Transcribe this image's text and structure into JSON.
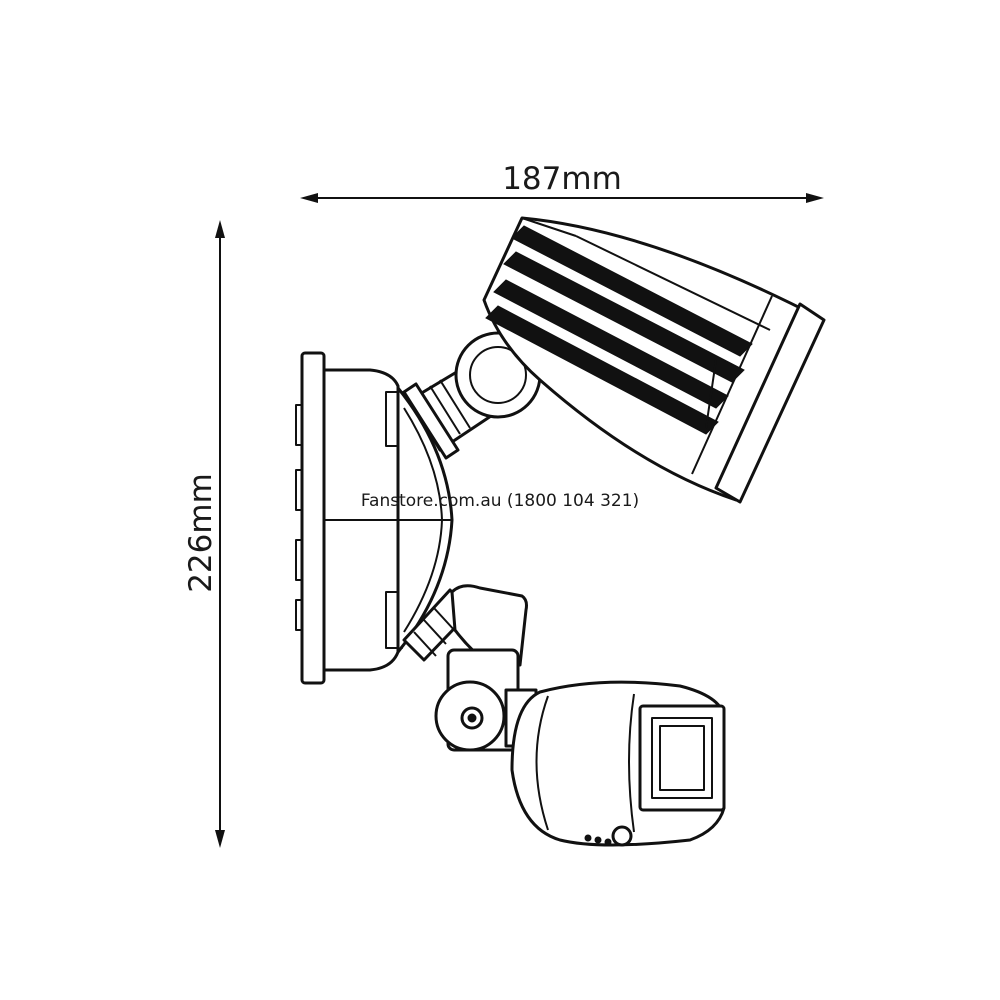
{
  "dimensions": {
    "width_label": "187mm",
    "height_label": "226mm"
  },
  "watermark": "Fanstore.com.au (1800 104 321)",
  "colors": {
    "line": "#111111",
    "background": "#ffffff"
  }
}
